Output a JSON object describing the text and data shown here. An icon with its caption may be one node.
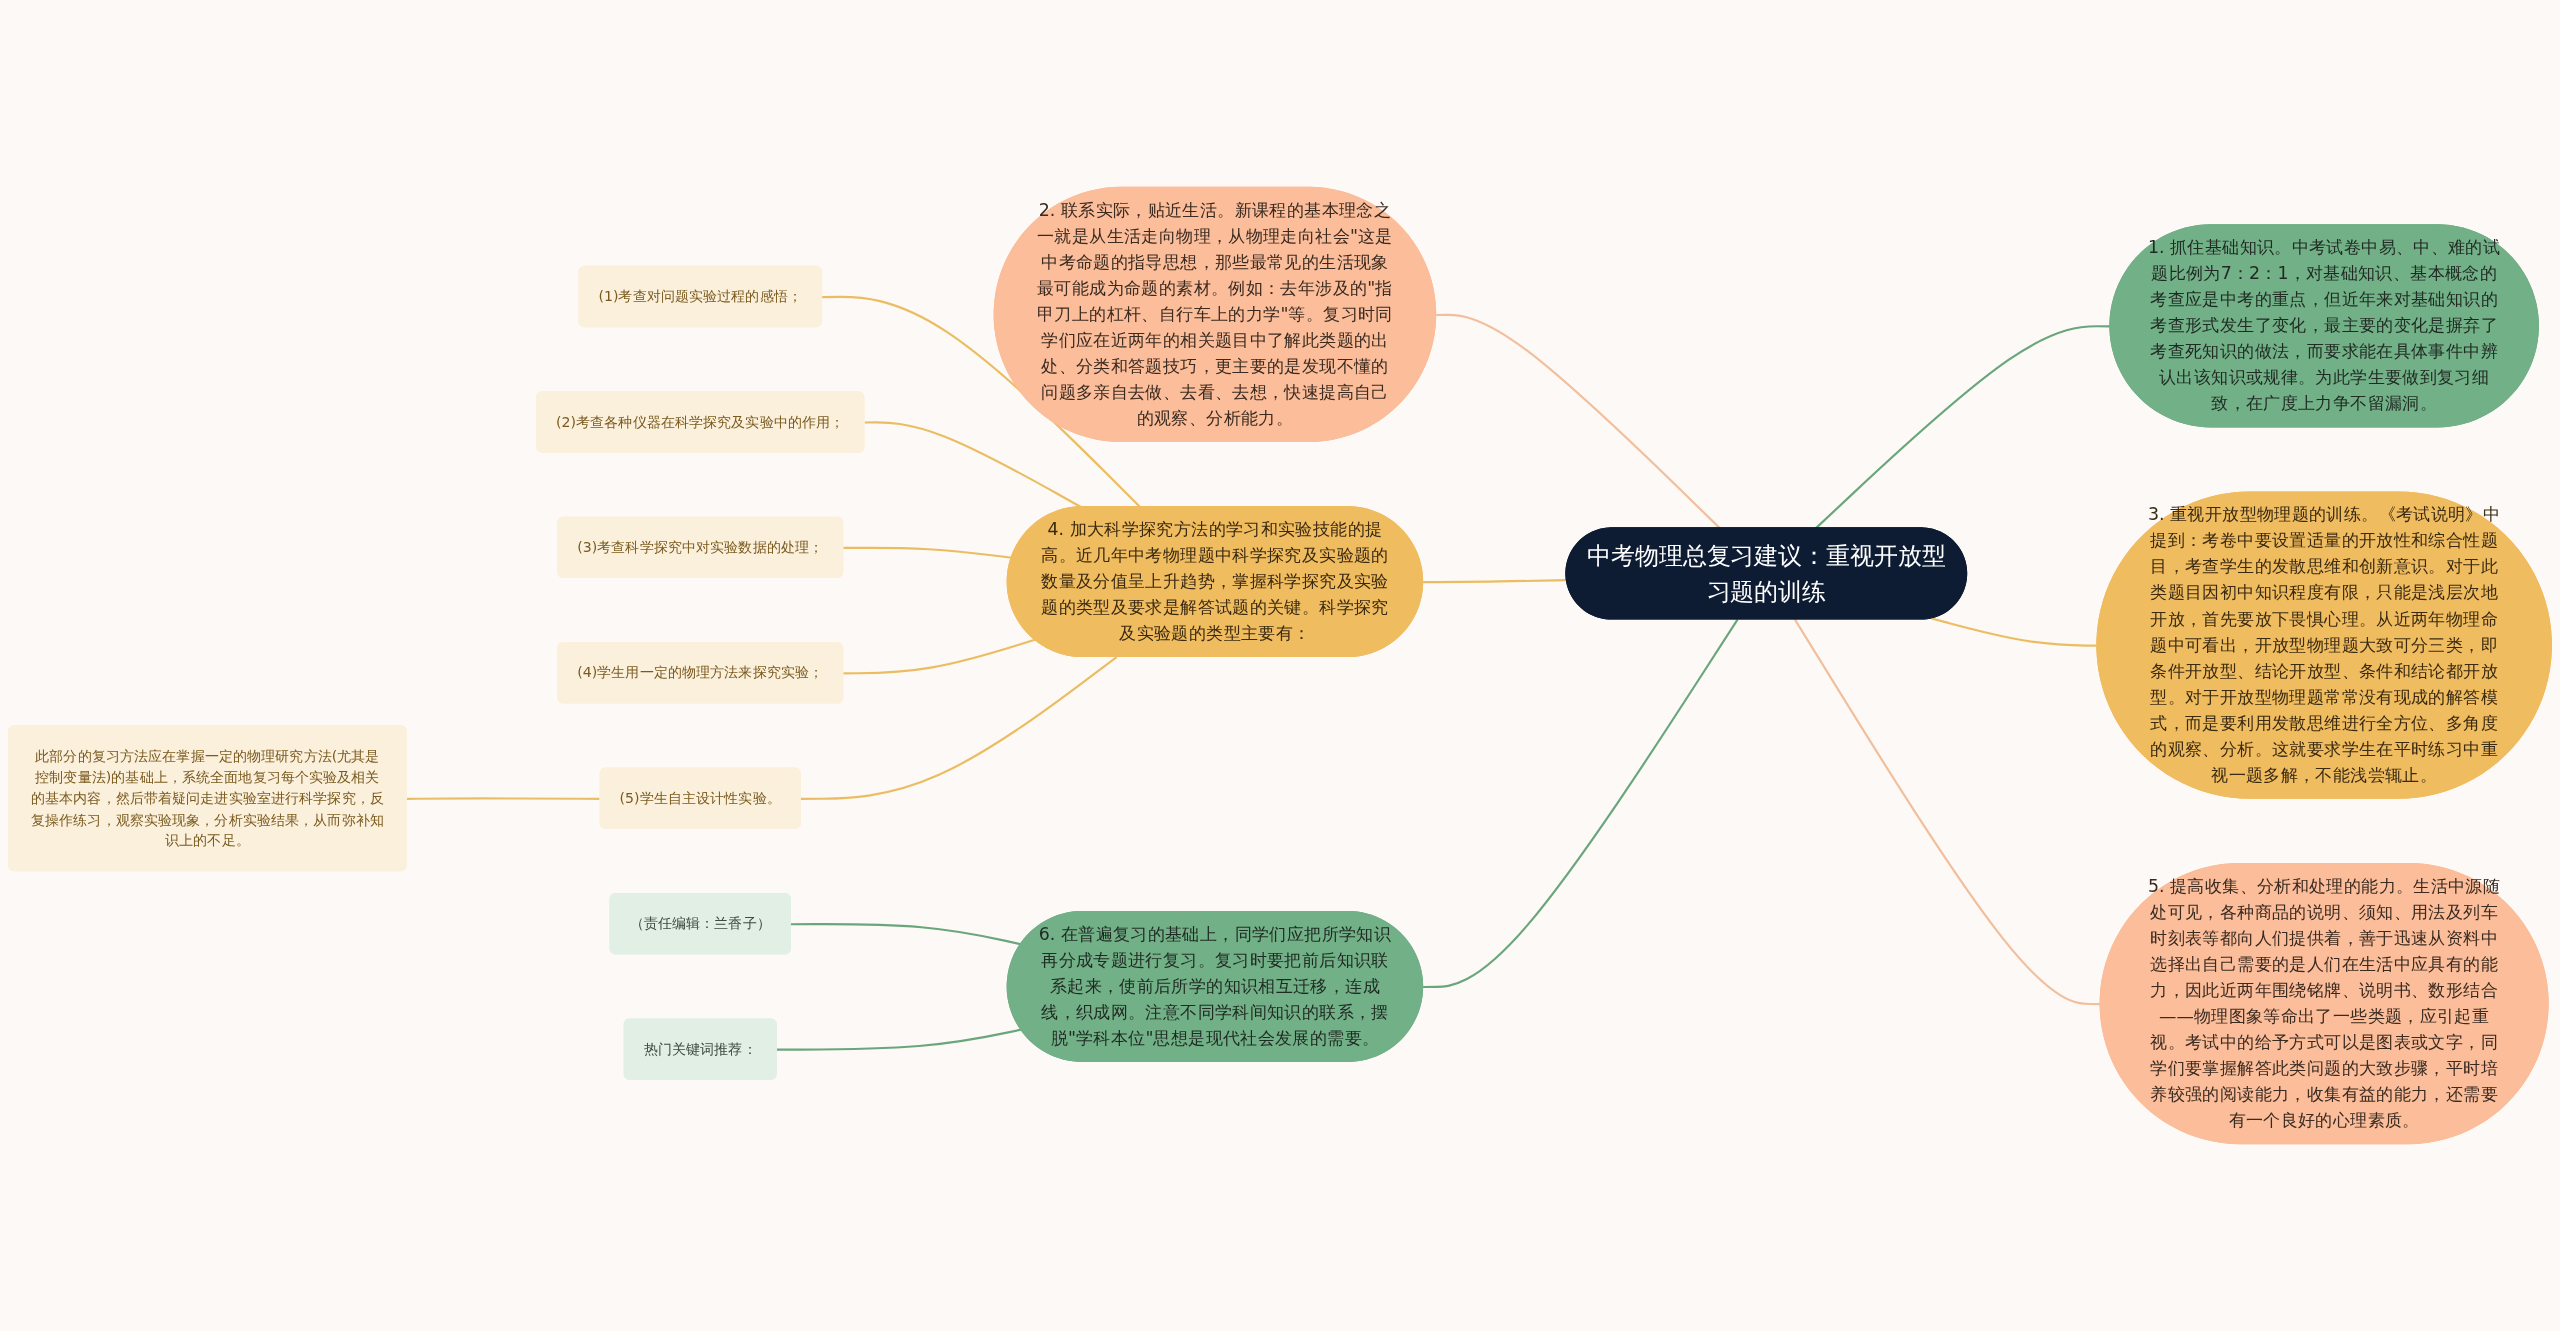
{
  "diagram": {
    "nodes": [
      {
        "text": [
          "中考物理总复习建议：重视开放型习题的训练"
        ]
      },
      {
        "text": [
          "1. 抓住基础知识。中考试卷中易、中、难的试题比例为7：2：1，对基础知识、基本概念的考查应是中考的重点，但近年来对基础知识的考查形式发生了变化，最主要的变化是摒弃了考查死知识的做法，而要求能在具体事件中辨认出该知识或规律。为此学生要做到复习细致，在广度上力争不留漏洞。"
        ]
      },
      {
        "text": [
          "2. 联系实际，贴近生活。新课程的基本理念之一就是从生活走向物理，从物理走向社会\"这是中考命题的指导思想，那些最常见的生活现象最可能成为命题的素材。例如：去年涉及的\"指甲刀上的杠杆、自行车上的力学\"等。复习时同学们应在近两年的相关题目中了解此类题的出处、分类和答题技巧，更主要的是发现不懂的问题多亲自去做、去看、去想，快速提高自己的观察、分析能力。"
        ]
      },
      {
        "text": [
          "3. 重视开放型物理题的训练。《考试说明》中提到：考卷中要设置适量的开放性和综合性题目，考查学生的发散思维和创新意识。对于此类题目因初中知识程度有限，只能是浅层次地开放，首先要放下畏惧心理。从近两年物理命题中可看出，开放型物理题大致可分三类，即条件开放型、结论开放型、条件和结论都开放型。对于开放型物理题常常没有现成的解答模式，而是要利用发散思维进行全方位、多角度的观察、分析。这就要求学生在平时练习中重视一题多解，不能浅尝辄止。"
        ]
      },
      {
        "text": [
          "4. 加大科学探究方法的学习和实验技能的提高。近几年中考物理题中科学探究及实验题的数量及分值呈上升趋势，掌握科学探究及实验题的类型及要求是解答试题的关键。科学探究及实验题的类型主要有："
        ]
      },
      {
        "text": [
          "(1)考查对问题实验过程的感悟；"
        ]
      },
      {
        "text": [
          "(2)考查各种仪器在科学探究及实验中的作用；"
        ]
      },
      {
        "text": [
          "(3)考查科学探究中对实验数据的处理；"
        ]
      },
      {
        "text": [
          "(4)学生用一定的物理方法来探究实验；"
        ]
      },
      {
        "text": [
          "(5)学生自主设计性实验。"
        ]
      },
      {
        "text": [
          "此部分的复习方法应在掌握一定的物理研究方法(尤其是控制变量法)的基础上，系统全面地复习每个实验及相关的基本内容，然后带着疑问走进实验室进行科学探究，反复操作练习，观察实验现象，分析实验结果，从而弥补知识上的不足。"
        ]
      },
      {
        "text": [
          "5. 提高收集、分析和处理的能力。生活中源随处可见，各种商品的说明、须知、用法及列车时刻表等都向人们提供着，善于迅速从资料中选择出自己需要的是人们在生活中应具有的能力，因此近两年围绕铭牌、说明书、数形结合——物理图象等命出了一些类题，应引起重视。考试中的给予方式可以是图表或文字，同学们要掌握解答此类问题的大致步骤，平时培养较强的阅读能力，收集有益的能力，还需要有一个良好的心理素质。"
        ]
      },
      {
        "text": [
          "6. 在普遍复习的基础上，同学们应把所学知识再分成专题进行复习。复习时要把前后知识联系起来，使前后所学的知识相互迁移，连成线，织成网。注意不同学科间知识的联系，摆脱\"学科本位\"思想是现代社会发展的需要。"
        ]
      },
      {
        "text": [
          "（责任编辑：兰香子）"
        ]
      },
      {
        "text": [
          "热门关键词推荐："
        ]
      }
    ],
    "edges": [
      {
        "from": 2,
        "to": 0,
        "arrow": "none",
        "color": "#f2bf9d"
      },
      {
        "from": 4,
        "to": 0,
        "arrow": "none",
        "color": "#ebbd62"
      },
      {
        "from": 12,
        "to": 0,
        "arrow": "none",
        "color": "#6aa67c"
      },
      {
        "from": 0,
        "to": 1,
        "arrow": "none",
        "color": "#6aa67c"
      },
      {
        "from": 0,
        "to": 3,
        "arrow": "none",
        "color": "#ebbd62"
      },
      {
        "from": 0,
        "to": 11,
        "arrow": "none",
        "color": "#f2bf9d"
      },
      {
        "from": 5,
        "to": 4,
        "arrow": "none",
        "color": "#ebbd62"
      },
      {
        "from": 6,
        "to": 4,
        "arrow": "none",
        "color": "#ebbd62"
      },
      {
        "from": 7,
        "to": 4,
        "arrow": "none",
        "color": "#ebbd62"
      },
      {
        "from": 8,
        "to": 4,
        "arrow": "none",
        "color": "#ebbd62"
      },
      {
        "from": 9,
        "to": 4,
        "arrow": "none",
        "color": "#ebbd62"
      },
      {
        "from": 10,
        "to": 9,
        "arrow": "none",
        "color": "#ebbd62"
      },
      {
        "from": 13,
        "to": 12,
        "arrow": "none",
        "color": "#6aa67c"
      },
      {
        "from": 14,
        "to": 12,
        "arrow": "none",
        "color": "#6aa67c"
      }
    ]
  }
}
